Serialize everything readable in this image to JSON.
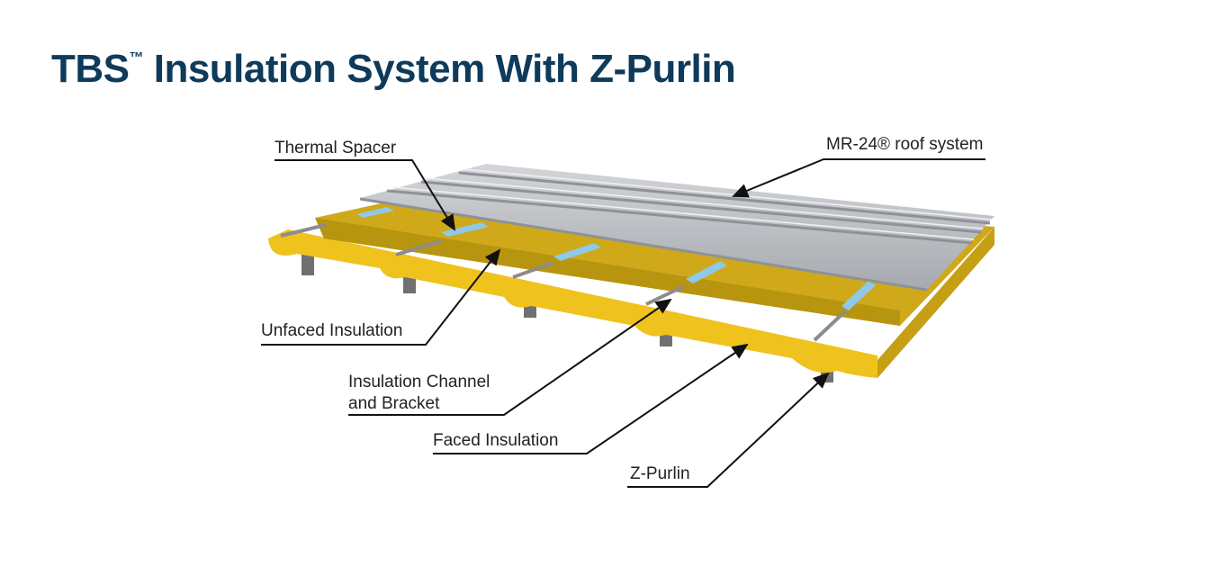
{
  "title": {
    "main": "TBS",
    "mark": "™",
    "rest": " Insulation System With Z-Purlin"
  },
  "labels": {
    "thermal_spacer": "Thermal Spacer",
    "roof_system": "MR-24® roof system",
    "unfaced_insulation": "Unfaced Insulation",
    "channel_line1": "Insulation Channel",
    "channel_line2": "and Bracket",
    "faced_insulation": "Faced Insulation",
    "z_purlin": "Z-Purlin"
  },
  "colors": {
    "title": "#0e3a5b",
    "insulation": "#e3b91c",
    "insulation_dark": "#c9a215",
    "roof": "#b9bcc1",
    "spacer": "#8fc8e8",
    "purlin": "#6e6e6e"
  }
}
